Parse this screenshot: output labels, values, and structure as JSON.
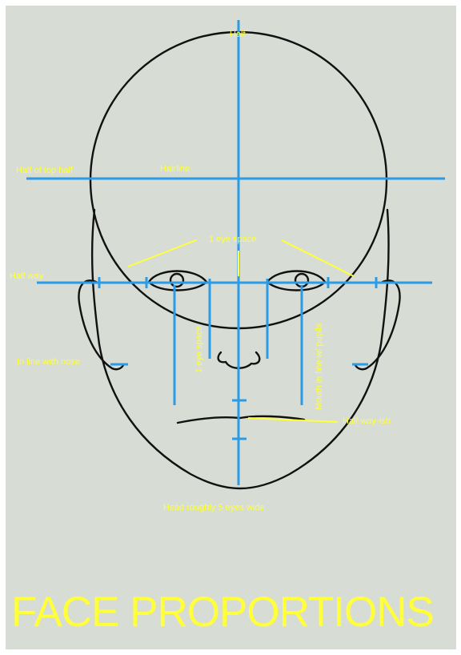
{
  "title": "FACE PROPORTIONS",
  "labels": {
    "half": "Half",
    "half_of_top_half": "Half of top half",
    "hairline": "Hairline",
    "one_eye_space": "1 eye space",
    "half_way": "Half way",
    "in_line_with_nose": "In line with nose",
    "one_eye_space_vertical": "1 eye space",
    "mouth_in_line": "Mouth in line w/ pupils",
    "half_way_ish": "Half way-ish",
    "head_width": "Head roughly 5 eyes wide"
  },
  "colors": {
    "background": "#d7ddd5",
    "guide_lines": "#2b9be6",
    "annotations": "#ffff3a",
    "drawing": "#111111"
  }
}
